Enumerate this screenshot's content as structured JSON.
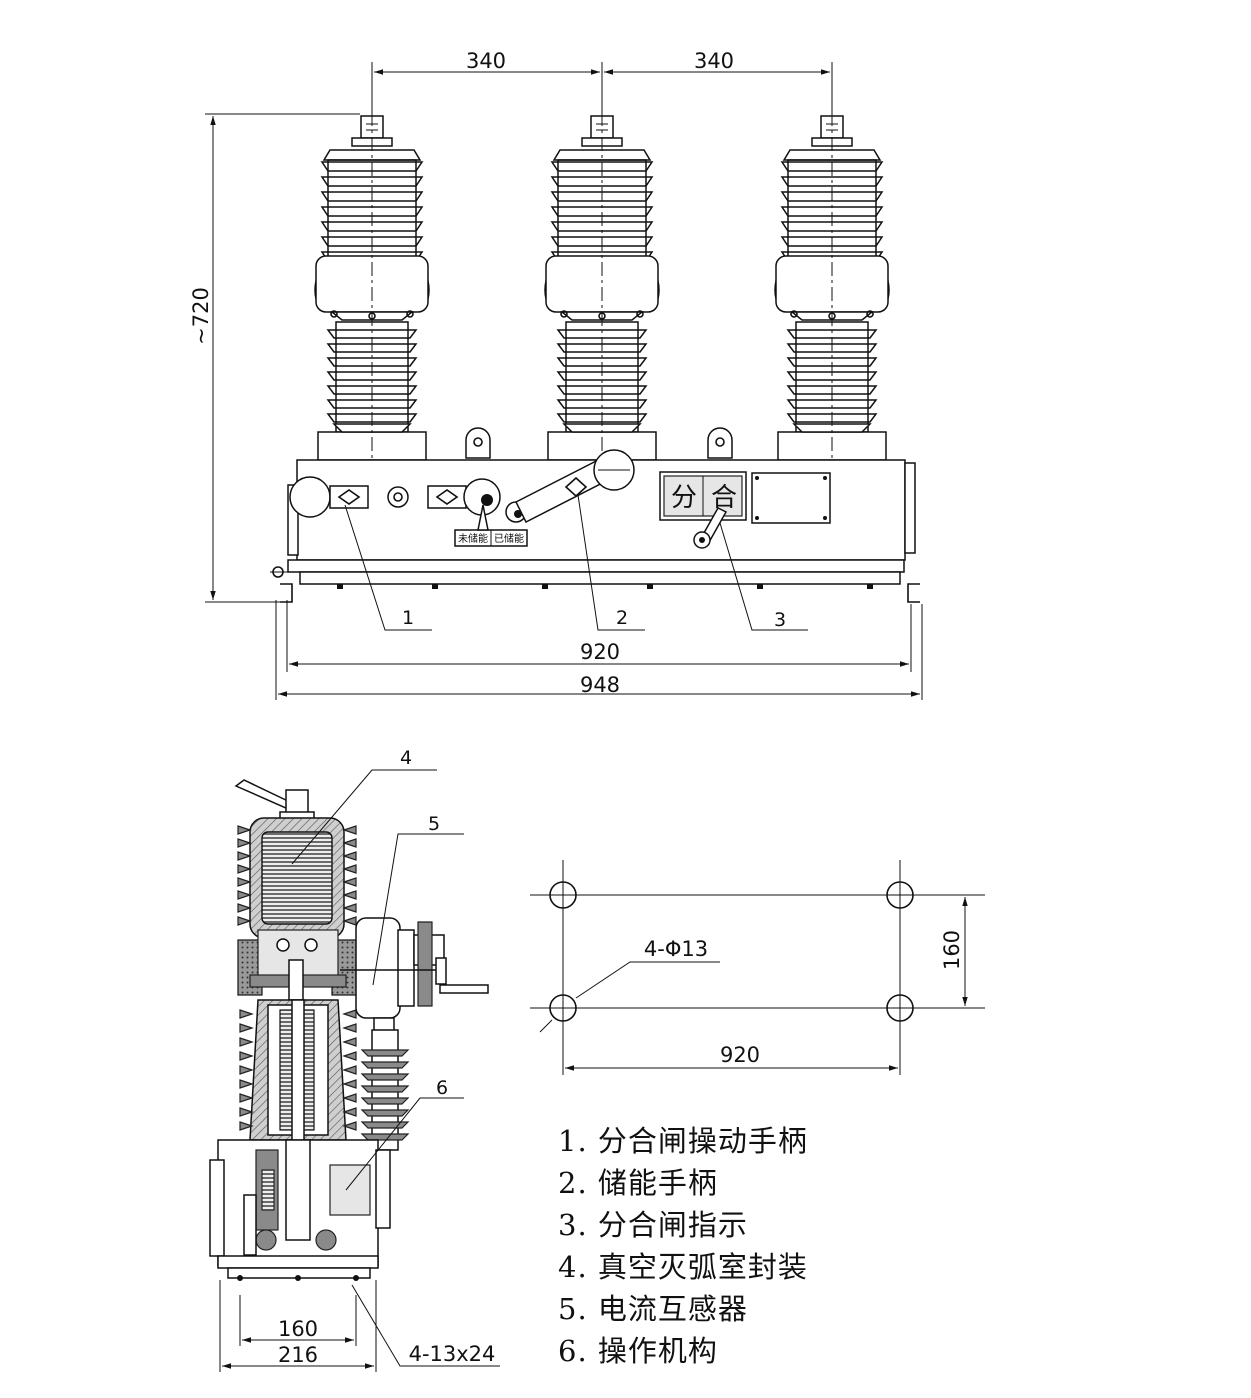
{
  "dimensions": {
    "pole_spacing_left": "340",
    "pole_spacing_right": "340",
    "height": "~720",
    "width_inner": "920",
    "width_outer": "948",
    "mount_pitch": "160",
    "hole_spec": "4-Φ13",
    "mount_length": "920",
    "base_inner": "160",
    "base_outer": "216",
    "base_slot": "4-13x24"
  },
  "callouts": {
    "c1": "1",
    "c2": "2",
    "c3": "3",
    "c4": "4",
    "c5": "5",
    "c6": "6"
  },
  "indicator": {
    "open": "分",
    "close": "合"
  },
  "energy_label": {
    "not_charged": "未储能",
    "charged": "已储能"
  },
  "legend": [
    "1. 分合闸操动手柄",
    "2. 储能手柄",
    "3. 分合闸指示",
    "4. 真空灭弧室封装",
    "5. 电流互感器",
    "6. 操作机构"
  ]
}
